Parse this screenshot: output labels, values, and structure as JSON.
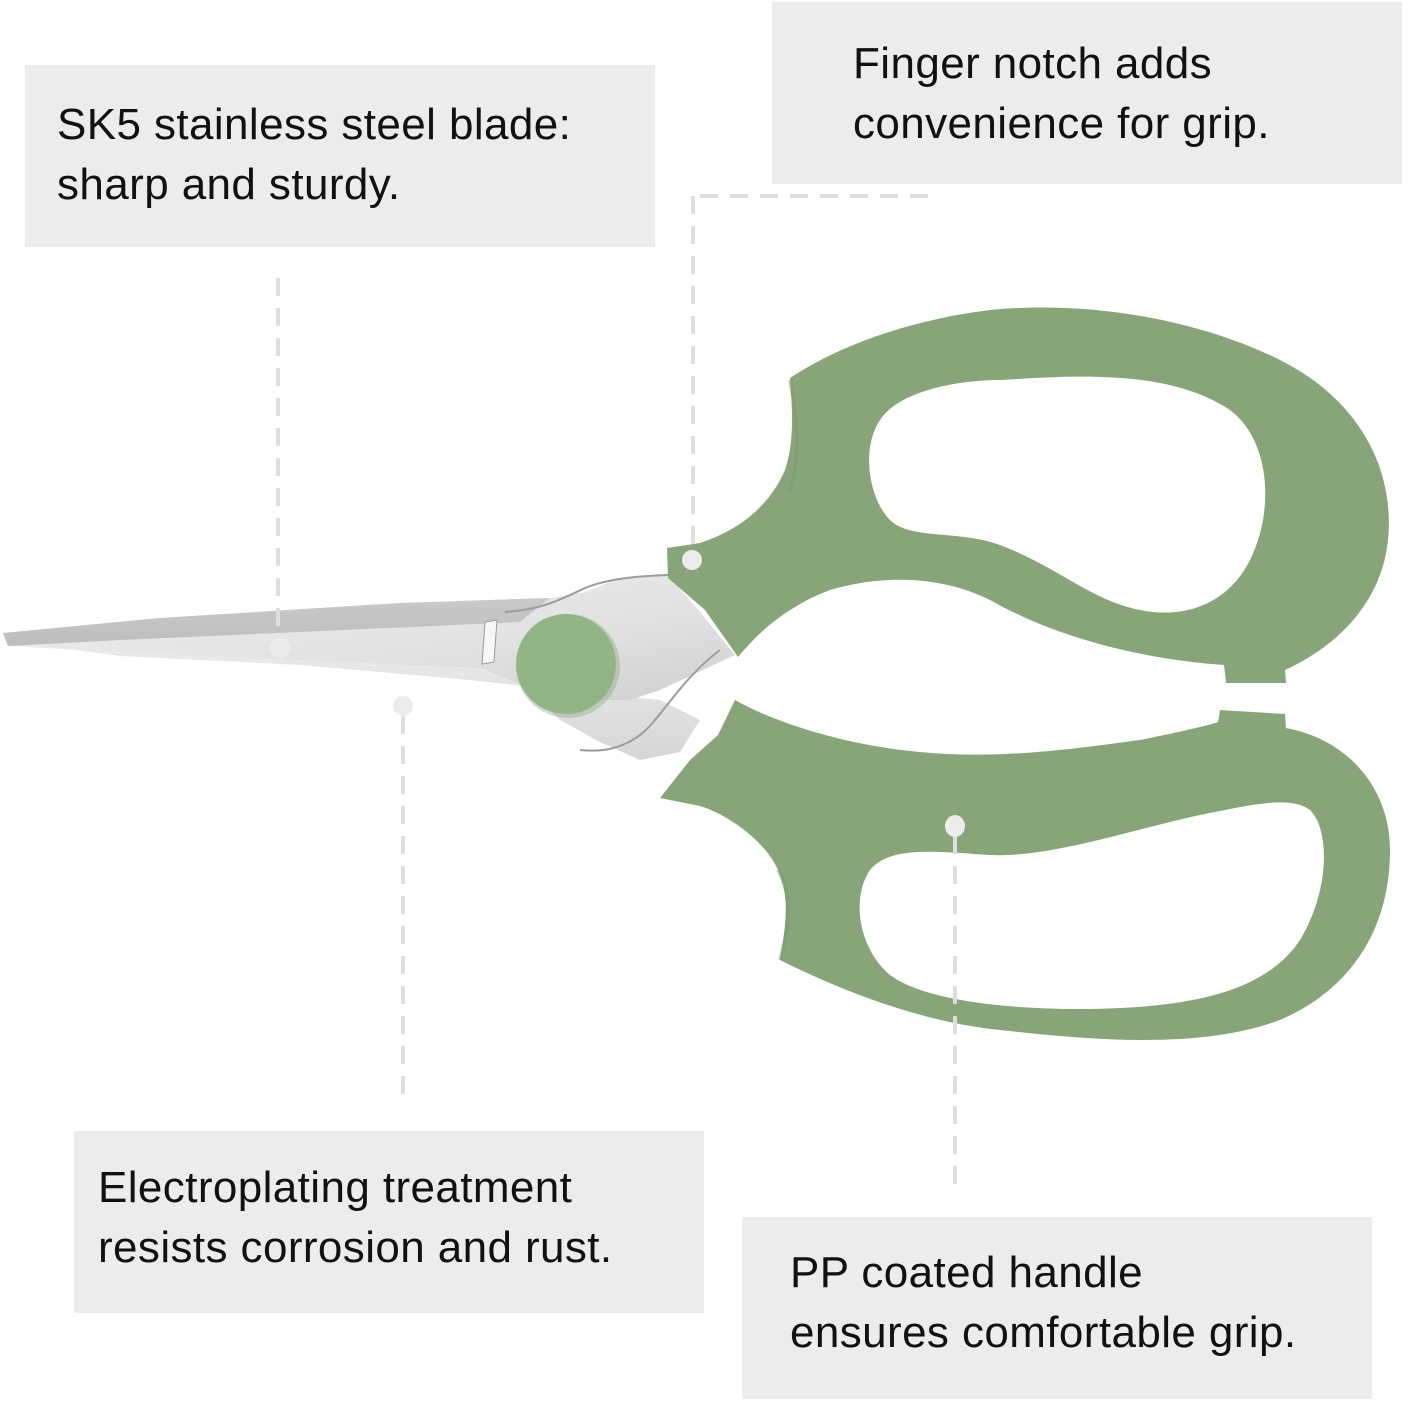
{
  "product": {
    "name": "Gardening scissors",
    "colors": {
      "handle": "#88a57a",
      "handle_shadow": "#6f8c62",
      "pivot": "#93b585",
      "blade_light": "#e6e6e6",
      "blade_dark": "#c4c4c4",
      "callout_bg": "#ececec",
      "leader_line": "#dcdcdc",
      "text": "#111111"
    }
  },
  "callouts": [
    {
      "id": "blade",
      "lines": [
        "SK5 stainless steel blade:",
        "sharp and sturdy."
      ]
    },
    {
      "id": "finger-notch",
      "lines": [
        "Finger notch adds",
        "convenience for grip."
      ]
    },
    {
      "id": "electroplating",
      "lines": [
        "Electroplating treatment",
        "resists corrosion and rust."
      ]
    },
    {
      "id": "handle",
      "lines": [
        "PP coated handle",
        "ensures comfortable grip."
      ]
    }
  ]
}
